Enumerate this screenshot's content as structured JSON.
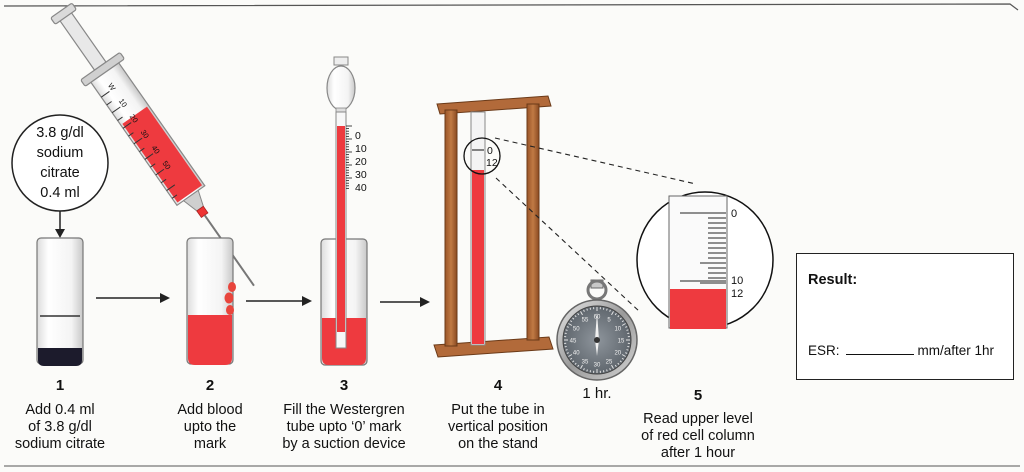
{
  "callout_lines": [
    "3.8 g/dl",
    "sodium",
    "citrate",
    "0.4 ml"
  ],
  "steps": [
    {
      "number": "1",
      "lines": [
        "Add 0.4 ml",
        "of 3.8 g/dl",
        "sodium citrate"
      ]
    },
    {
      "number": "2",
      "lines": [
        "Add blood",
        "upto the",
        "mark"
      ]
    },
    {
      "number": "3",
      "lines": [
        "Fill the Westergren",
        "tube upto ‘0’ mark",
        "by a suction device"
      ]
    },
    {
      "number": "4",
      "lines": [
        "Put the tube in",
        "vertical position",
        "on the stand"
      ]
    },
    {
      "number": "5",
      "lines": [
        "Read upper level",
        "of red cell column",
        "after 1 hour"
      ]
    }
  ],
  "timer_label": "1 hr.",
  "syringe_marks": [
    "W",
    "10",
    "20",
    "30",
    "40",
    "50"
  ],
  "tube_scale": [
    "0",
    "10",
    "20",
    "30",
    "40"
  ],
  "stand_readings": [
    "0",
    "12"
  ],
  "zoom_readings": [
    "0",
    "10",
    "12"
  ],
  "stopwatch_numbers": [
    "60",
    "5",
    "10",
    "15",
    "20",
    "25",
    "30",
    "35",
    "40",
    "45",
    "50",
    "55"
  ],
  "result": {
    "title": "Result:",
    "esr_label": "ESR:",
    "esr_unit": "mm/after 1hr"
  },
  "colors": {
    "blood": "#ee3a3f",
    "wood": "#b26a3a",
    "citrate": "#1c1b2c"
  },
  "icons": [
    "syringe-icon",
    "test-tube-icon",
    "westergren-tube-icon",
    "stand-icon",
    "stopwatch-icon",
    "magnifier-icon"
  ]
}
